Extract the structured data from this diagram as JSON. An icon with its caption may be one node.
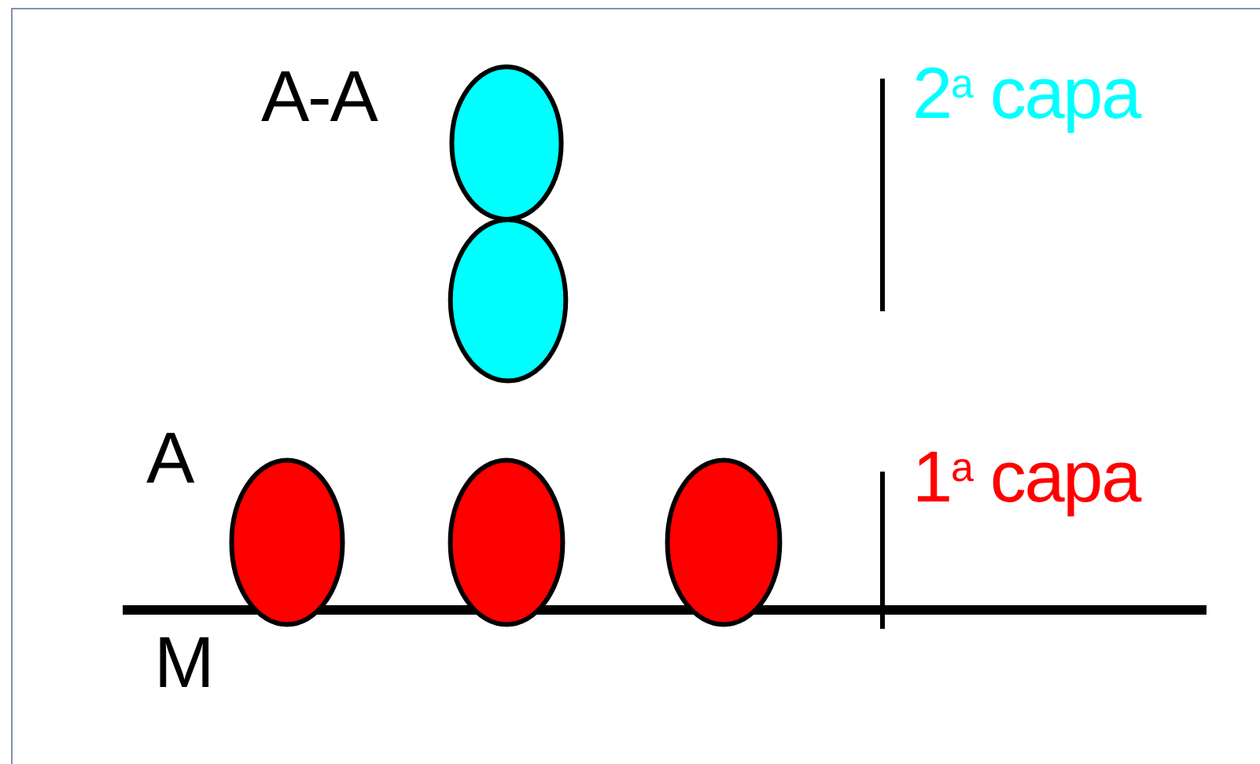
{
  "diagram": {
    "nodes": [
      {
        "text": [],
        "shape": "circle"
      },
      {
        "text": [],
        "shape": "circle"
      },
      {
        "text": [],
        "shape": "circle"
      },
      {
        "text": [],
        "shape": "circle"
      },
      {
        "text": [],
        "shape": "circle"
      }
    ],
    "labels": [
      "A-A",
      "2$^{a}$ capa",
      "A",
      "1$^{a}$ capa",
      "M"
    ]
  }
}
